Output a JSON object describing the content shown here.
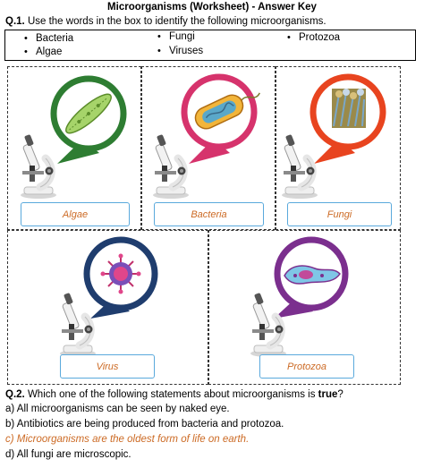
{
  "title": "Microorganisms (Worksheet) - Answer Key",
  "q1": {
    "number": "Q.1.",
    "text": "Use the words in the box to identify the following microorganisms."
  },
  "words": [
    "Bacteria",
    "Algae",
    "Fungi",
    "Viruses",
    "Protozoa"
  ],
  "answers": [
    "Algae",
    "Bacteria",
    "Fungi",
    "Virus",
    "Protozoa"
  ],
  "colors": {
    "algae": "#2e7d32",
    "bacteria": "#d6336c",
    "fungi": "#e8441f",
    "virus": "#1f3d6e",
    "protozoa": "#7b2f8e",
    "answer_text": "#cc6a24",
    "answer_border": "#5aa9dc"
  },
  "icons": [
    "microscope-icon",
    "algae-cell-icon",
    "bacterium-icon",
    "fungi-photo-icon",
    "virus-icon",
    "protozoa-icon"
  ],
  "q2": {
    "number": "Q.2.",
    "text_before": "Which one of the following statements about microorganisms is",
    "emphasis": "true",
    "text_after": "?",
    "options": [
      "a) All microorganisms can be seen by naked eye.",
      "b) Antibiotics are being produced from bacteria and protozoa.",
      "c) Microorganisms are the oldest form of life on earth.",
      "d) All fungi are microscopic."
    ],
    "correct_index": 2
  }
}
